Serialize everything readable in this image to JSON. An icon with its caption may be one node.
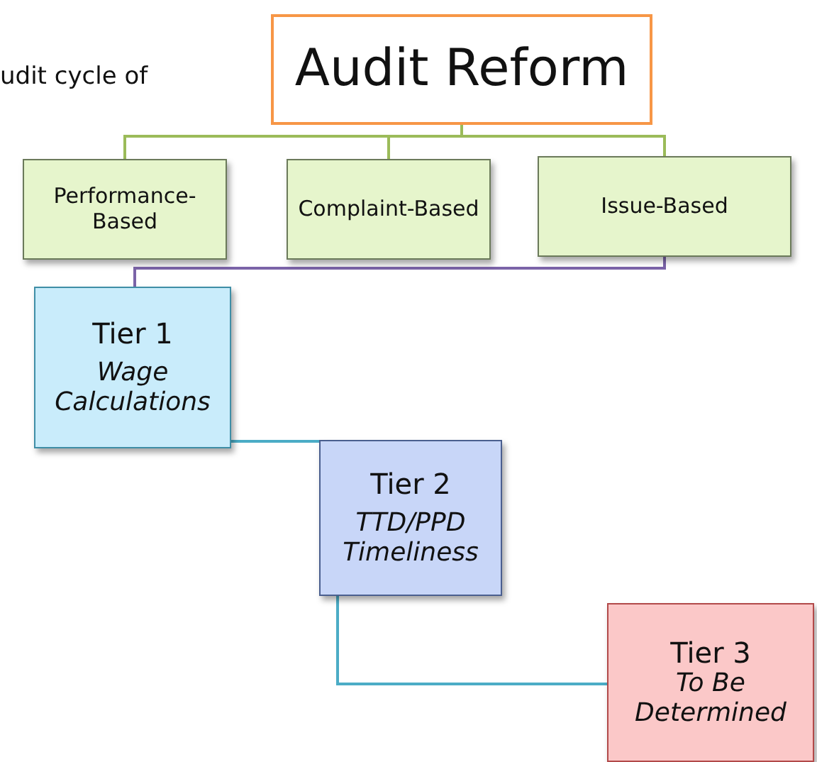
{
  "diagram": {
    "nodes": [
      {
        "text": [
          "Audit Reform"
        ]
      },
      {
        "text": [
          "Performance-Based"
        ]
      },
      {
        "text": [
          "Complaint-Based"
        ]
      },
      {
        "text": [
          "Issue-Based"
        ]
      },
      {
        "text": [
          "Tier 1",
          "Wage Calculations"
        ]
      },
      {
        "text": [
          "Tier 2",
          "TTD/PPD Timeliness"
        ]
      },
      {
        "text": [
          "Tier 3",
          "To Be Determined"
        ]
      }
    ],
    "edges": [
      {
        "from": 0,
        "to": 1,
        "arrow": "none",
        "color": "#9bbb59"
      },
      {
        "from": 0,
        "to": 2,
        "arrow": "none",
        "color": "#9bbb59"
      },
      {
        "from": 0,
        "to": 3,
        "arrow": "none",
        "color": "#9bbb59"
      },
      {
        "from": 3,
        "to": 4,
        "arrow": "none",
        "color": "#7b64a8"
      },
      {
        "from": 4,
        "to": 5,
        "arrow": "none",
        "color": "#4bacc6"
      },
      {
        "from": 5,
        "to": 6,
        "arrow": "none",
        "color": "#4bacc6"
      }
    ],
    "labels": [
      "udit cycle of"
    ]
  }
}
